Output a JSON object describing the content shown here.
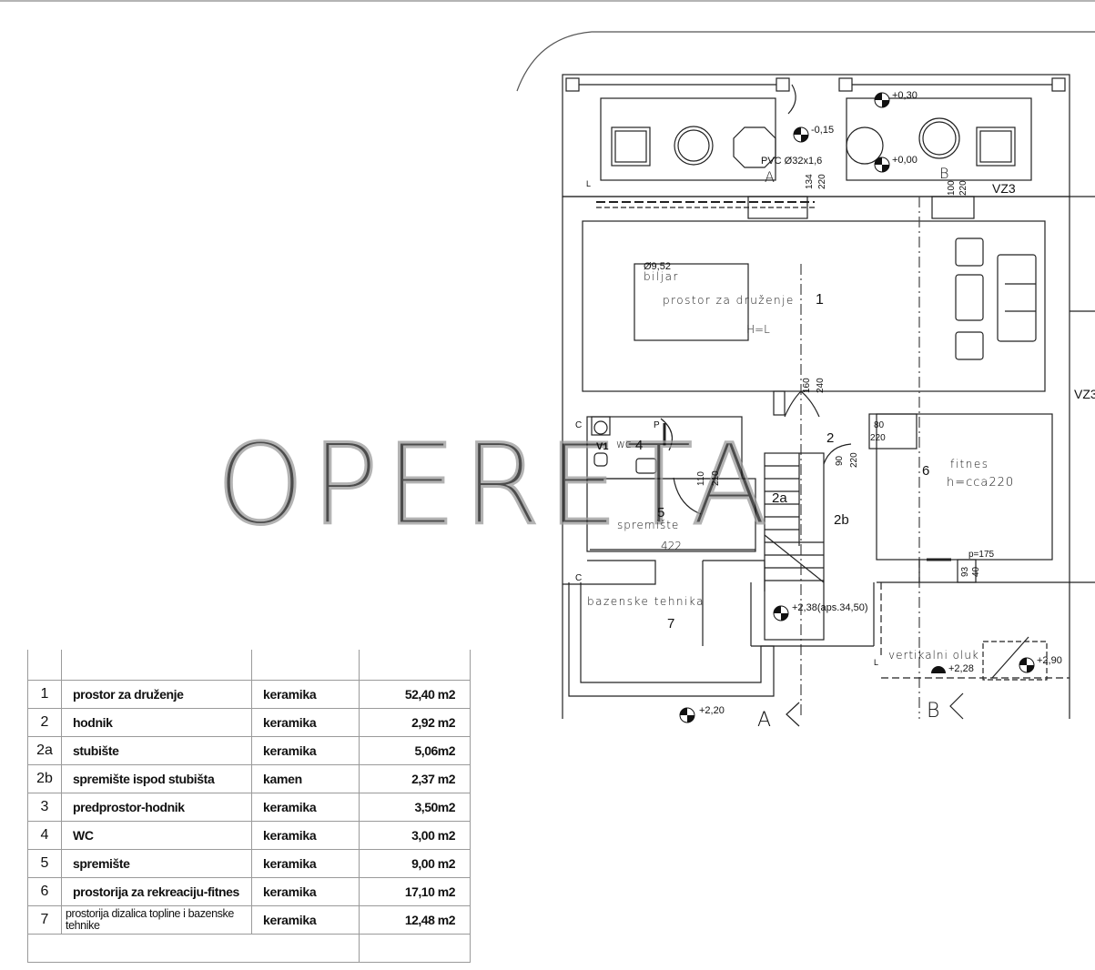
{
  "watermark": "OPERETA",
  "plan": {
    "labels": {
      "room1_num": "1",
      "room1_name": "prostor za druženje",
      "biljar": "biljar",
      "biljar_dim": "Ø9,52",
      "h_mark": "H=L",
      "room2_num": "2",
      "room2a_num": "2a",
      "room2b_num": "2b",
      "room4_num": "4",
      "wc": "wc",
      "v1": "V1",
      "room5_num": "5",
      "room5_name": "spremište",
      "dim_422": "422",
      "room6_num": "6",
      "room6_name": "fitnes",
      "room6_height": "h=cca220",
      "p175": "p=175",
      "room7_num": "7",
      "room7_name": "bazenske tehnika",
      "vz3_a": "VZ3",
      "vz3_b": "VZ3",
      "pvc": "PVC Ø32x1,6",
      "vertikalni": "vertikalni oluk",
      "section_a_top": "A",
      "section_b_top": "B",
      "section_a": "A",
      "section_b": "B",
      "c1": "C",
      "c2": "C",
      "p1": "P",
      "l1": "L",
      "l2": "L"
    },
    "levels": {
      "lv_030": "+0,30",
      "lv_015": "-0,15",
      "lv_000": "+0,00",
      "lv_238": "+2,38(aps.34,50)",
      "lv_220": "+2,20",
      "lv_228": "+2,28",
      "lv_290": "+2,90"
    },
    "dims": {
      "d134": "134",
      "d220a": "220",
      "d100": "100",
      "d220b": "220",
      "d160": "160",
      "d240": "240",
      "d80": "80",
      "d220c": "220",
      "d90": "90",
      "d220d": "220",
      "d110": "110",
      "d210": "210",
      "d93": "93",
      "d40": "40"
    }
  },
  "legend": {
    "rows": [
      {
        "num": "1",
        "name": "prostor za druženje",
        "material": "keramika",
        "area": "52,40 m2"
      },
      {
        "num": "2",
        "name": "hodnik",
        "material": "keramika",
        "area": "2,92 m2"
      },
      {
        "num": "2a",
        "name": "stubište",
        "material": "keramika",
        "area": "5,06m2"
      },
      {
        "num": "2b",
        "name": "spremište ispod stubišta",
        "material": "kamen",
        "area": "2,37 m2"
      },
      {
        "num": "3",
        "name": "predprostor-hodnik",
        "material": "keramika",
        "area": "3,50m2"
      },
      {
        "num": "4",
        "name": "WC",
        "material": "keramika",
        "area": "3,00 m2"
      },
      {
        "num": "5",
        "name": "spremište",
        "material": "keramika",
        "area": "9,00 m2"
      },
      {
        "num": "6",
        "name": "prostorija za rekreaciju-fitnes",
        "material": "keramika",
        "area": "17,10 m2"
      },
      {
        "num": "7",
        "name": "prostorija dizalica topline i bazenske tehnike",
        "material": "keramika",
        "area": "12,48 m2"
      }
    ]
  }
}
